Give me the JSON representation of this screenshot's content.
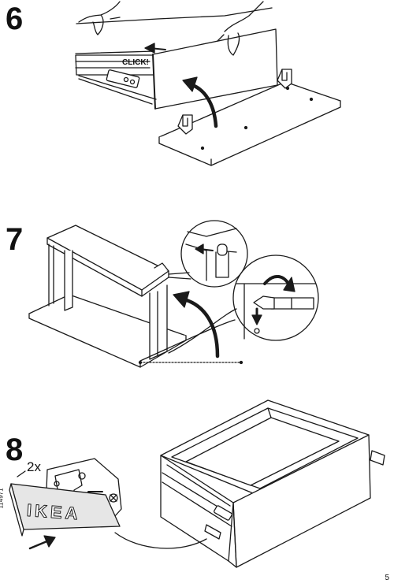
{
  "page": {
    "page_number": "5",
    "document_code": "114971"
  },
  "steps": [
    {
      "number": "6",
      "callout_text": "CLICK!"
    },
    {
      "number": "7"
    },
    {
      "number": "8",
      "quantity_label": "2x",
      "logo_text": "IKEA"
    }
  ],
  "colors": {
    "line": "#1a1a1a",
    "fill": "#ffffff",
    "shade": "#e6e6e6"
  }
}
